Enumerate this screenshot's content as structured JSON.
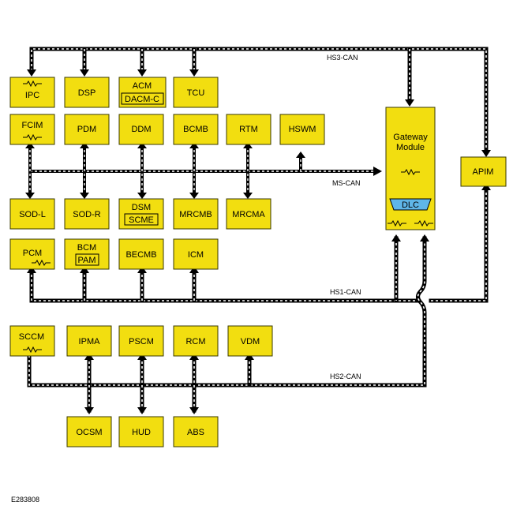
{
  "modules": {
    "ipc": "IPC",
    "dsp": "DSP",
    "acm": "ACM",
    "dacm_c": "DACM-C",
    "tcu": "TCU",
    "fcim": "FCIM",
    "pdm": "PDM",
    "ddm": "DDM",
    "bcmb": "BCMB",
    "rtm": "RTM",
    "hswm": "HSWM",
    "gateway_line1": "Gateway",
    "gateway_line2": "Module",
    "dlc": "DLC",
    "apim": "APIM",
    "sod_l": "SOD-L",
    "sod_r": "SOD-R",
    "dsm": "DSM",
    "scme": "SCME",
    "mrcmb": "MRCMB",
    "mrcma": "MRCMA",
    "pcm": "PCM",
    "bcm": "BCM",
    "pam": "PAM",
    "becmb": "BECMB",
    "icm": "ICM",
    "sccm": "SCCM",
    "ipma": "IPMA",
    "pscm": "PSCM",
    "rcm": "RCM",
    "vdm": "VDM",
    "ocsm": "OCSM",
    "hud": "HUD",
    "abs": "ABS"
  },
  "buses": {
    "hs3": "HS3-CAN",
    "ms": "MS-CAN",
    "hs1": "HS1-CAN",
    "hs2": "HS2-CAN"
  },
  "figure_id": "E283808"
}
